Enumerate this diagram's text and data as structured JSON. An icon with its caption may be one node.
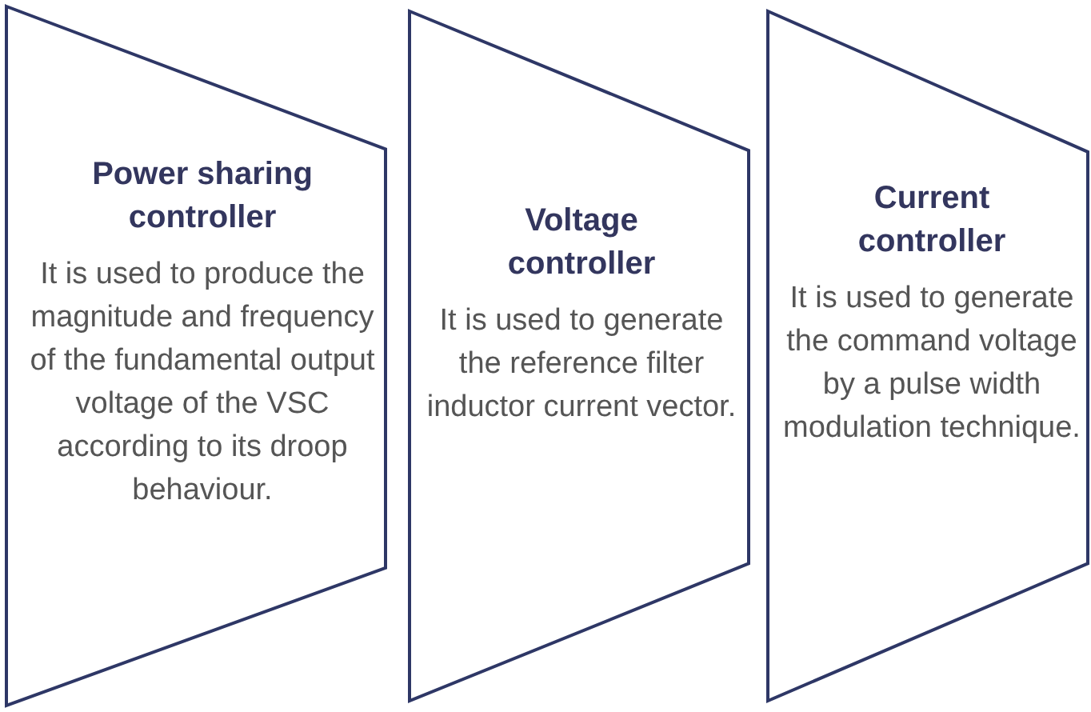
{
  "diagram": {
    "nodes": [
      {
        "text": [
          "Power sharing controller",
          "It is used to produce the magnitude and frequency of the fundamental output voltage of the VSC according to its droop behaviour."
        ]
      },
      {
        "text": [
          "Voltage controller",
          "It is used to generate the reference filter inductor current vector."
        ]
      },
      {
        "text": [
          "Current controller",
          "It is used to generate the command voltage by a pulse width modulation technique."
        ]
      }
    ]
  }
}
